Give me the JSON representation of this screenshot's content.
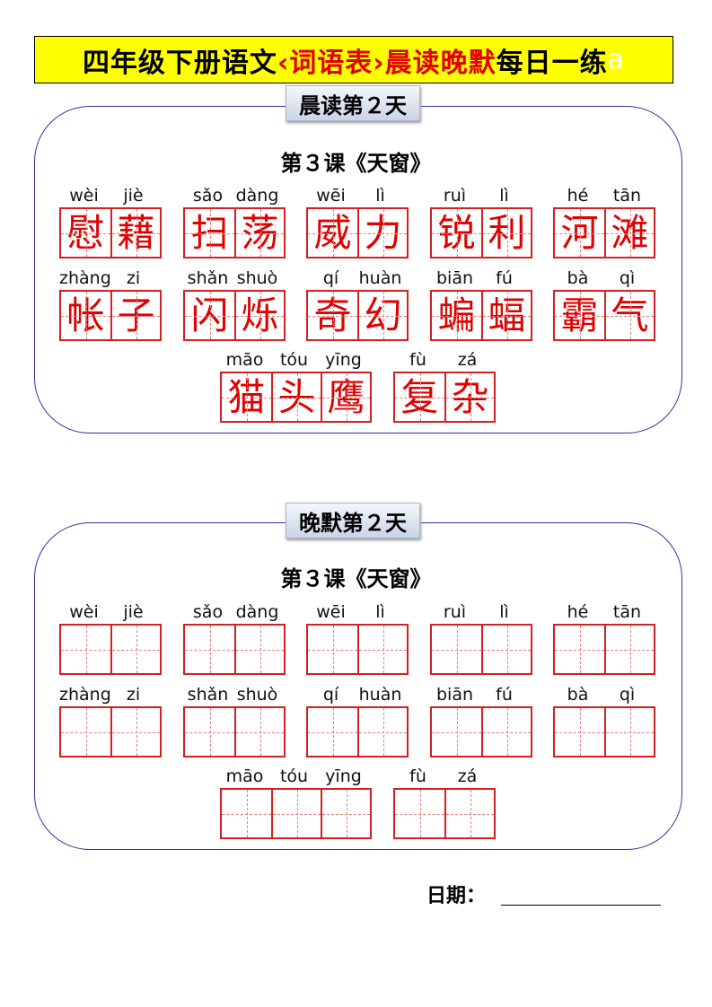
{
  "title": {
    "part1": "四年级下册语文",
    "part2": "‹词语表›晨读晚默",
    "part3": "每日一练",
    "part4": "a"
  },
  "morning": {
    "tag": "晨读第２天",
    "heading": "第３课《天窗》"
  },
  "evening": {
    "tag": "晚默第２天",
    "heading": "第３课《天窗》"
  },
  "words": [
    {
      "chars": [
        "慰",
        "藉"
      ],
      "pinyin": [
        "wèi",
        "jiè"
      ]
    },
    {
      "chars": [
        "扫",
        "荡"
      ],
      "pinyin": [
        "sǎo",
        "dàng"
      ]
    },
    {
      "chars": [
        "威",
        "力"
      ],
      "pinyin": [
        "wēi",
        "lì"
      ]
    },
    {
      "chars": [
        "锐",
        "利"
      ],
      "pinyin": [
        "ruì",
        "lì"
      ]
    },
    {
      "chars": [
        "河",
        "滩"
      ],
      "pinyin": [
        "hé",
        "tān"
      ]
    },
    {
      "chars": [
        "帐",
        "子"
      ],
      "pinyin": [
        "zhàng",
        "zi"
      ]
    },
    {
      "chars": [
        "闪",
        "烁"
      ],
      "pinyin": [
        "shǎn",
        "shuò"
      ]
    },
    {
      "chars": [
        "奇",
        "幻"
      ],
      "pinyin": [
        "qí",
        "huàn"
      ]
    },
    {
      "chars": [
        "蝙",
        "蝠"
      ],
      "pinyin": [
        "biān",
        "fú"
      ]
    },
    {
      "chars": [
        "霸",
        "气"
      ],
      "pinyin": [
        "bà",
        "qì"
      ]
    },
    {
      "chars": [
        "猫",
        "头",
        "鹰"
      ],
      "pinyin": [
        "māo",
        "tóu",
        "yīng"
      ]
    },
    {
      "chars": [
        "复",
        "杂"
      ],
      "pinyin": [
        "fù",
        "zá"
      ]
    }
  ],
  "date_label": "日期：",
  "colors": {
    "title_bg": "#ffff00",
    "accent_red": "#e00000",
    "panel_border": "#3333aa"
  }
}
